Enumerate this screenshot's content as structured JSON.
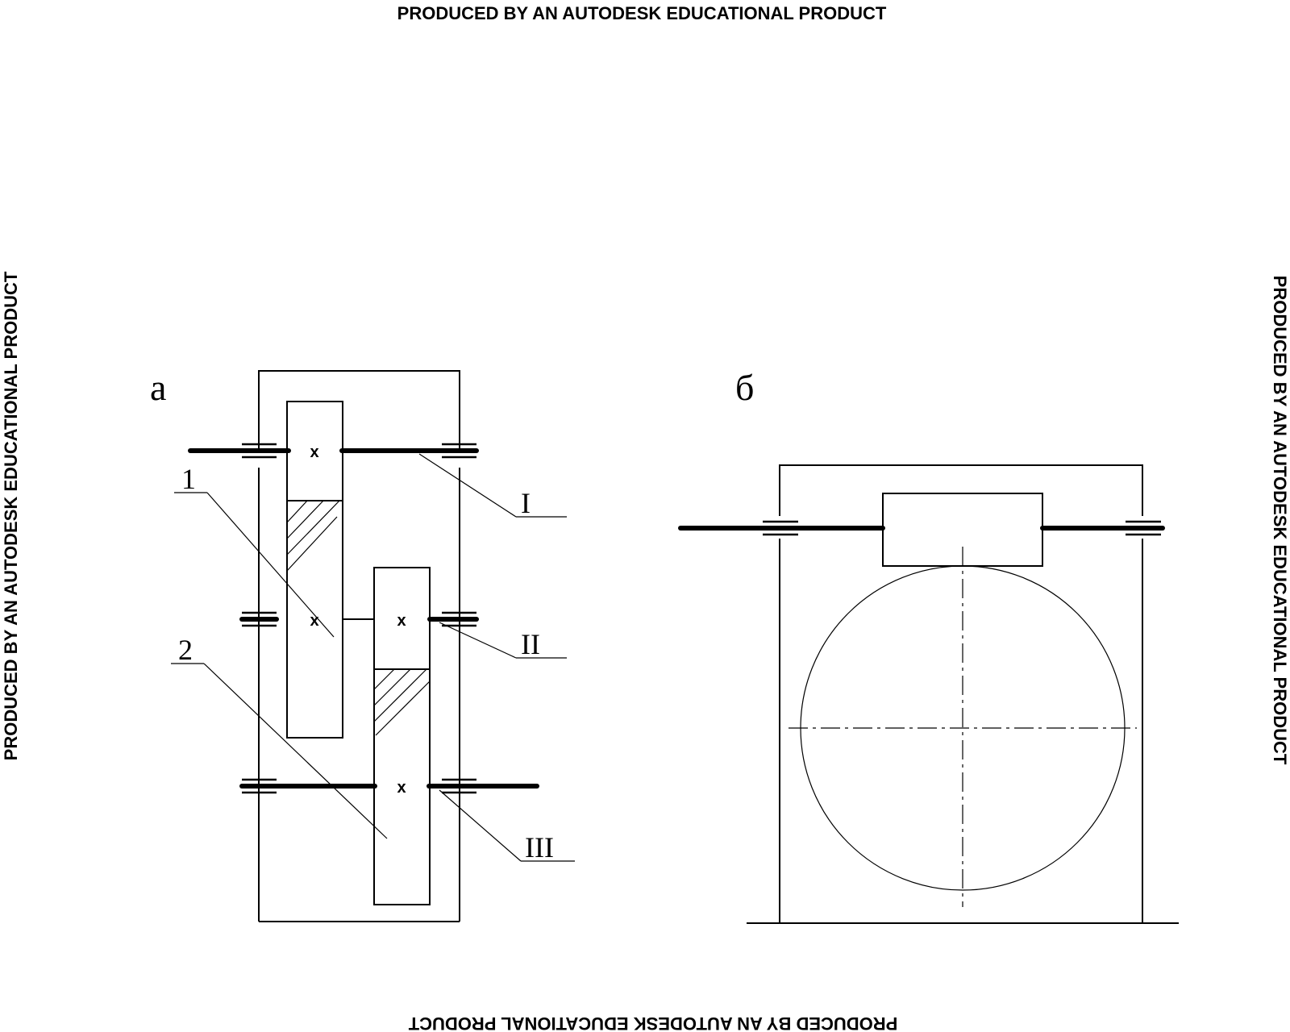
{
  "watermark": {
    "top": "PRODUCED BY AN AUTODESK EDUCATIONAL PRODUCT",
    "bottom": "PRODUCED BY AN AUTODESK EDUCATIONAL PRODUCT",
    "left": "PRODUCED BY AN AUTODESK EDUCATIONAL PRODUCT",
    "right": "PRODUCED BY AN AUTODESK EDUCATIONAL PRODUCT"
  },
  "view_a": {
    "label": "а",
    "part_labels": {
      "gear_1": "1",
      "gear_2": "2"
    },
    "shaft_labels": {
      "input": "I",
      "intermediate": "II",
      "output": "III"
    },
    "gear_center_mark": "x"
  },
  "view_b": {
    "label": "б"
  }
}
